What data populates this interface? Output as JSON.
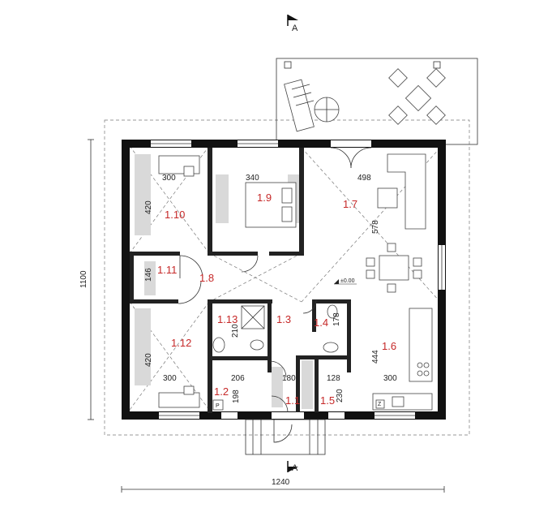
{
  "section_marker": {
    "top": "A",
    "bottom": "A"
  },
  "overall_dims": {
    "width": "1240",
    "height": "1100"
  },
  "rooms": {
    "r1_10": "1.10",
    "r1_9": "1.9",
    "r1_7": "1.7",
    "r1_11": "1.11",
    "r1_8": "1.8",
    "r1_13": "1.13",
    "r1_3": "1.3",
    "r1_4": "1.4",
    "r1_12": "1.12",
    "r1_6": "1.6",
    "r1_2": "1.2",
    "r1_1": "1.1",
    "r1_5": "1.5"
  },
  "dims": {
    "d300a": "300",
    "d340": "340",
    "d498": "498",
    "d420a": "420",
    "d578": "578",
    "d146": "146",
    "d210": "210",
    "d178": "178",
    "d420b": "420",
    "d444": "444",
    "d300b": "300",
    "d206": "206",
    "d180": "180",
    "d128": "128",
    "d300c": "300",
    "d198": "198",
    "d230": "230"
  },
  "level": "±0.00",
  "symbols": {
    "parking": "P",
    "z": "Z"
  }
}
